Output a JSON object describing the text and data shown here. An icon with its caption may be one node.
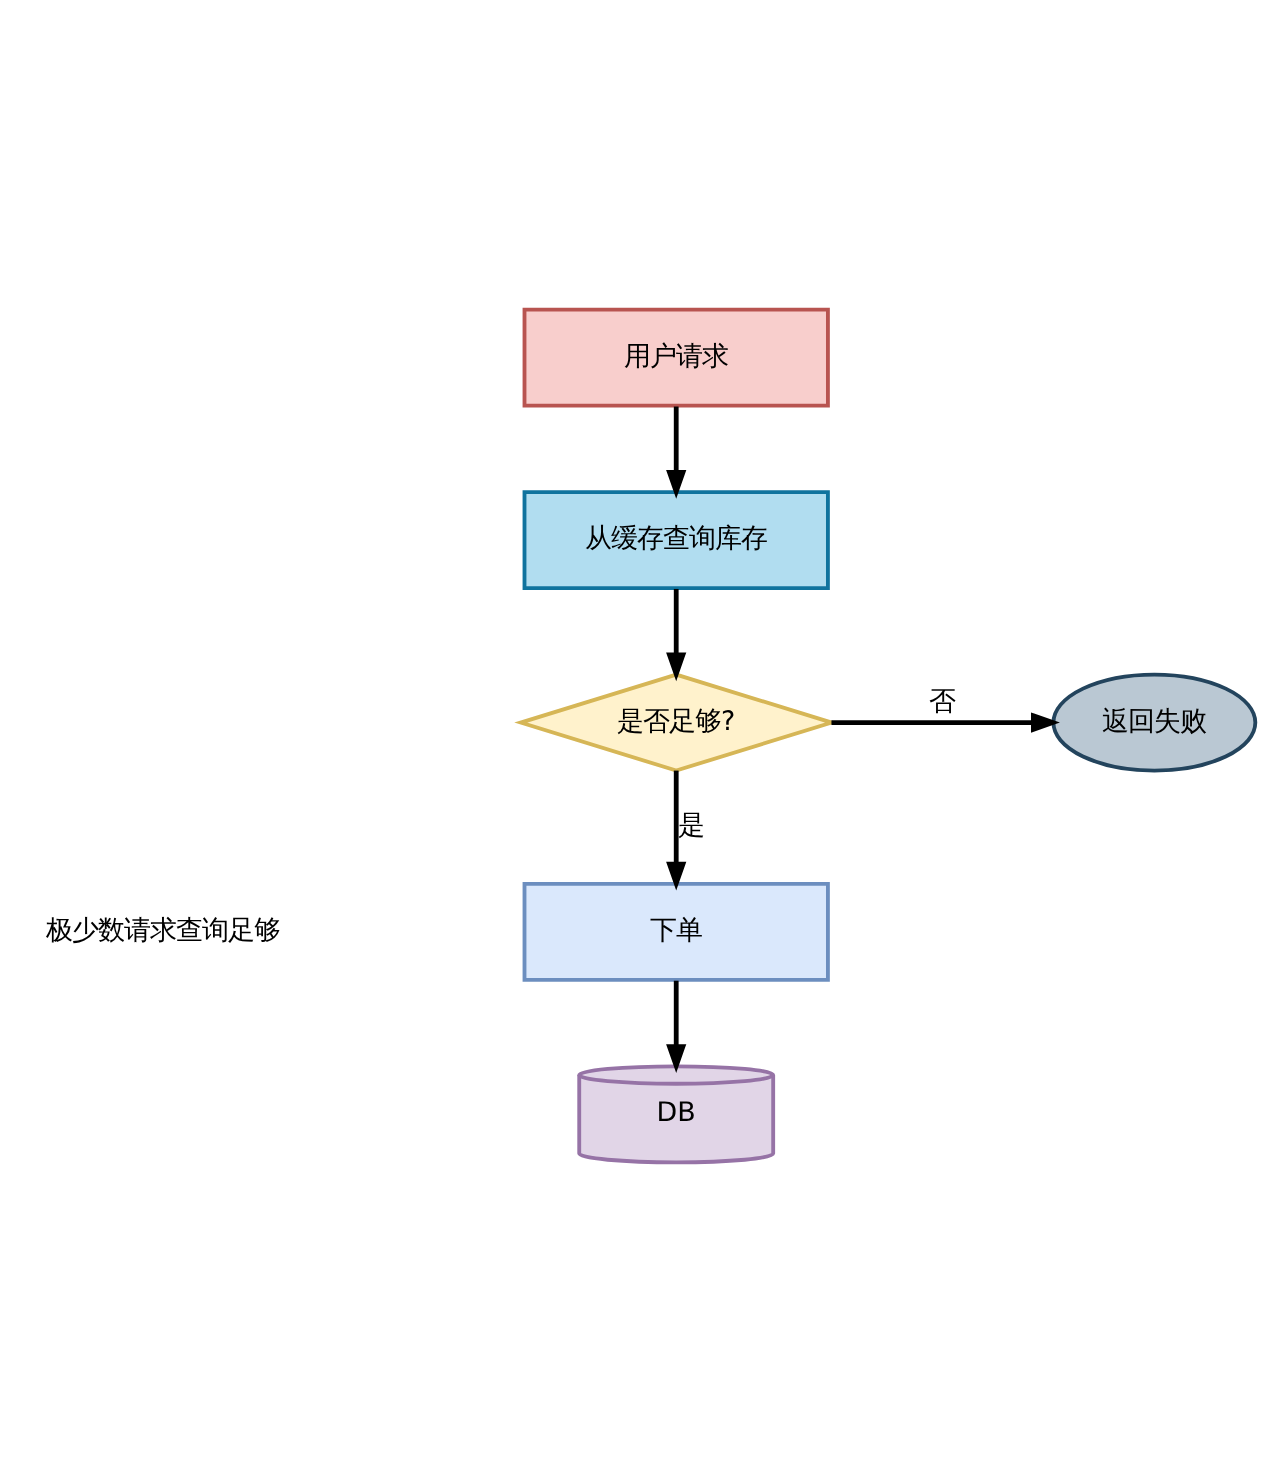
{
  "diagram": {
    "nodes": [
      {
        "text": [
          "用户请求"
        ]
      },
      {
        "text": [
          "从缓存查询库存"
        ]
      },
      {
        "text": [
          "是否足够?"
        ]
      },
      {
        "text": [
          "返回失败"
        ]
      },
      {
        "text": [
          "下单"
        ]
      },
      {
        "text": [
          "DB"
        ]
      }
    ],
    "edges": [
      {
        "from": 0,
        "to": 1,
        "arrow": "to"
      },
      {
        "from": 1,
        "to": 2,
        "arrow": "to"
      },
      {
        "from": 2,
        "to": 3,
        "arrow": "to",
        "label": "否"
      },
      {
        "from": 2,
        "to": 4,
        "arrow": "to",
        "label": "是"
      },
      {
        "from": 4,
        "to": 5,
        "arrow": "to"
      }
    ],
    "labels": [
      "极少数请求查询足够"
    ]
  }
}
